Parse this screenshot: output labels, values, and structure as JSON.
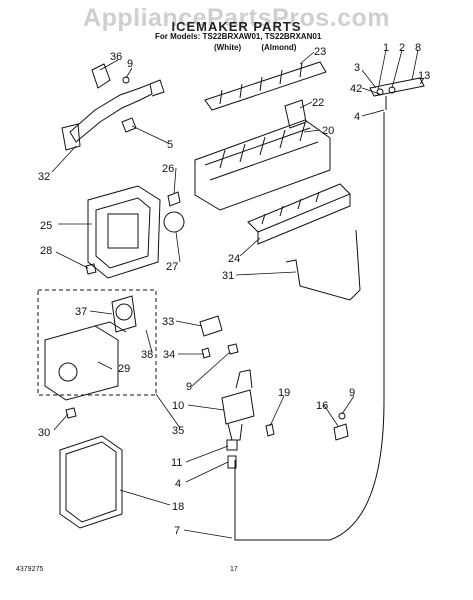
{
  "watermark": "AppliancePartsPros.com",
  "title": "ICEMAKER PARTS",
  "models_line": "For Models: TS22BRXAW01, TS22BRXAN01",
  "variants": [
    "(White)",
    "(Almond)"
  ],
  "footer_code": "4379275",
  "page_number": "17",
  "callouts": [
    {
      "id": "36",
      "label": "36"
    },
    {
      "id": "9a",
      "label": "9"
    },
    {
      "id": "23",
      "label": "23"
    },
    {
      "id": "1",
      "label": "1"
    },
    {
      "id": "2",
      "label": "2"
    },
    {
      "id": "8",
      "label": "8"
    },
    {
      "id": "3",
      "label": "3"
    },
    {
      "id": "13",
      "label": "13"
    },
    {
      "id": "42",
      "label": "42"
    },
    {
      "id": "22",
      "label": "22"
    },
    {
      "id": "4a",
      "label": "4"
    },
    {
      "id": "5",
      "label": "5"
    },
    {
      "id": "20",
      "label": "20"
    },
    {
      "id": "32",
      "label": "32"
    },
    {
      "id": "26",
      "label": "26"
    },
    {
      "id": "25",
      "label": "25"
    },
    {
      "id": "27",
      "label": "27"
    },
    {
      "id": "28",
      "label": "28"
    },
    {
      "id": "24",
      "label": "24"
    },
    {
      "id": "31",
      "label": "31"
    },
    {
      "id": "37",
      "label": "37"
    },
    {
      "id": "33",
      "label": "33"
    },
    {
      "id": "38",
      "label": "38"
    },
    {
      "id": "34",
      "label": "34"
    },
    {
      "id": "29",
      "label": "29"
    },
    {
      "id": "9b",
      "label": "9"
    },
    {
      "id": "19",
      "label": "19"
    },
    {
      "id": "9c",
      "label": "9"
    },
    {
      "id": "10",
      "label": "10"
    },
    {
      "id": "16",
      "label": "16"
    },
    {
      "id": "30",
      "label": "30"
    },
    {
      "id": "35",
      "label": "35"
    },
    {
      "id": "11",
      "label": "11"
    },
    {
      "id": "4b",
      "label": "4"
    },
    {
      "id": "18",
      "label": "18"
    },
    {
      "id": "7",
      "label": "7"
    }
  ]
}
